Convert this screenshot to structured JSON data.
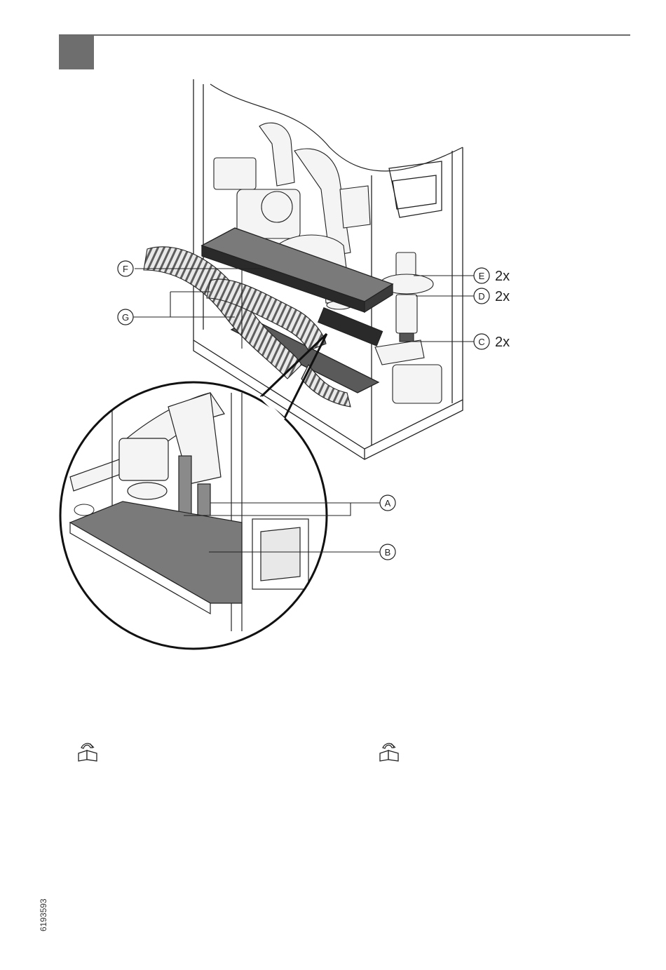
{
  "callouts": {
    "a": {
      "letter": "A"
    },
    "b": {
      "letter": "B"
    },
    "c": {
      "letter": "C",
      "qty": "2x"
    },
    "d": {
      "letter": "D",
      "qty": "2x"
    },
    "e": {
      "letter": "E",
      "qty": "2x"
    },
    "f": {
      "letter": "F"
    },
    "g": {
      "letter": "G"
    }
  },
  "icons": {
    "left": "reference-book-icon",
    "right": "reference-book-icon"
  },
  "document": {
    "code": "6193593"
  },
  "colors": {
    "step_box": "#6e6e6e",
    "rule": "#6b6b6b",
    "tray_fill": "#7a7a7a",
    "line": "#222222"
  }
}
